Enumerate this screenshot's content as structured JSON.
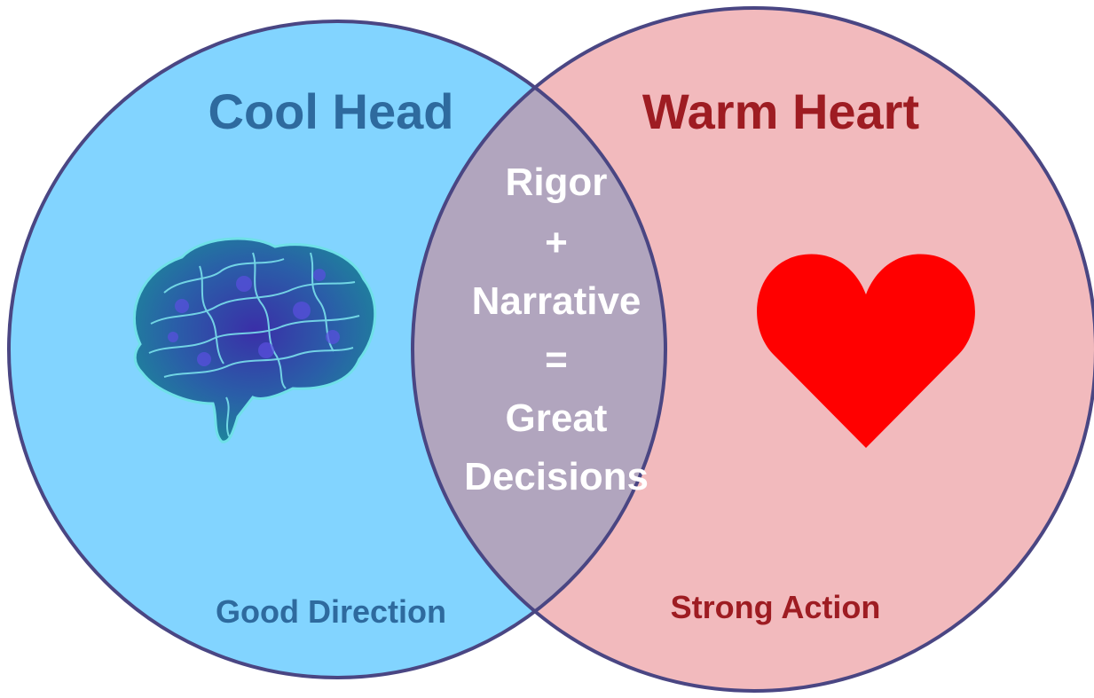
{
  "left_circle": {
    "title": "Cool Head",
    "caption": "Good Direction",
    "fill": "#82D4FF",
    "text_color": "#2E6A9E",
    "icon": "brain-icon"
  },
  "right_circle": {
    "title": "Warm Heart",
    "caption": "Strong Action",
    "fill": "#F2BABD",
    "text_color": "#9E1C22",
    "icon": "heart-icon",
    "icon_color": "#FF0000"
  },
  "intersection": {
    "fill": "#B1A5BE",
    "text_color": "#FFFFFF",
    "lines": [
      "Rigor",
      "+",
      "Narrative",
      "=",
      "Great",
      "Decisions"
    ]
  },
  "outline_color": "#4A4683"
}
